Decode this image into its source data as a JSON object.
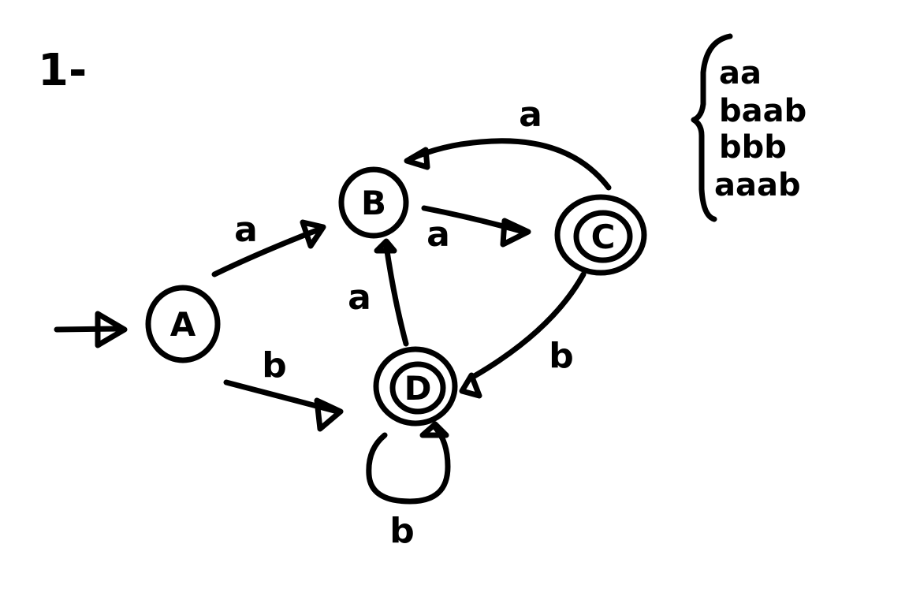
{
  "numbering": "1-",
  "states": {
    "A": {
      "label": "A",
      "accepting": false,
      "initial": true
    },
    "B": {
      "label": "B",
      "accepting": false
    },
    "C": {
      "label": "C",
      "accepting": true
    },
    "D": {
      "label": "D",
      "accepting": true
    }
  },
  "transitions": [
    {
      "id": "A-B",
      "from": "A",
      "to": "B",
      "label": "a"
    },
    {
      "id": "A-D",
      "from": "A",
      "to": "D",
      "label": "b"
    },
    {
      "id": "B-C",
      "from": "B",
      "to": "C",
      "label": "a"
    },
    {
      "id": "C-B",
      "from": "C",
      "to": "B",
      "label": "a"
    },
    {
      "id": "D-B",
      "from": "D",
      "to": "B",
      "label": "a"
    },
    {
      "id": "C-D",
      "from": "C",
      "to": "D",
      "label": "b"
    },
    {
      "id": "D-D",
      "from": "D",
      "to": "D",
      "label": "b"
    }
  ],
  "words": [
    "aa",
    "baab",
    "bbb",
    "aaab"
  ],
  "colors": {
    "ink": "#000000",
    "paper": "#ffffff"
  }
}
